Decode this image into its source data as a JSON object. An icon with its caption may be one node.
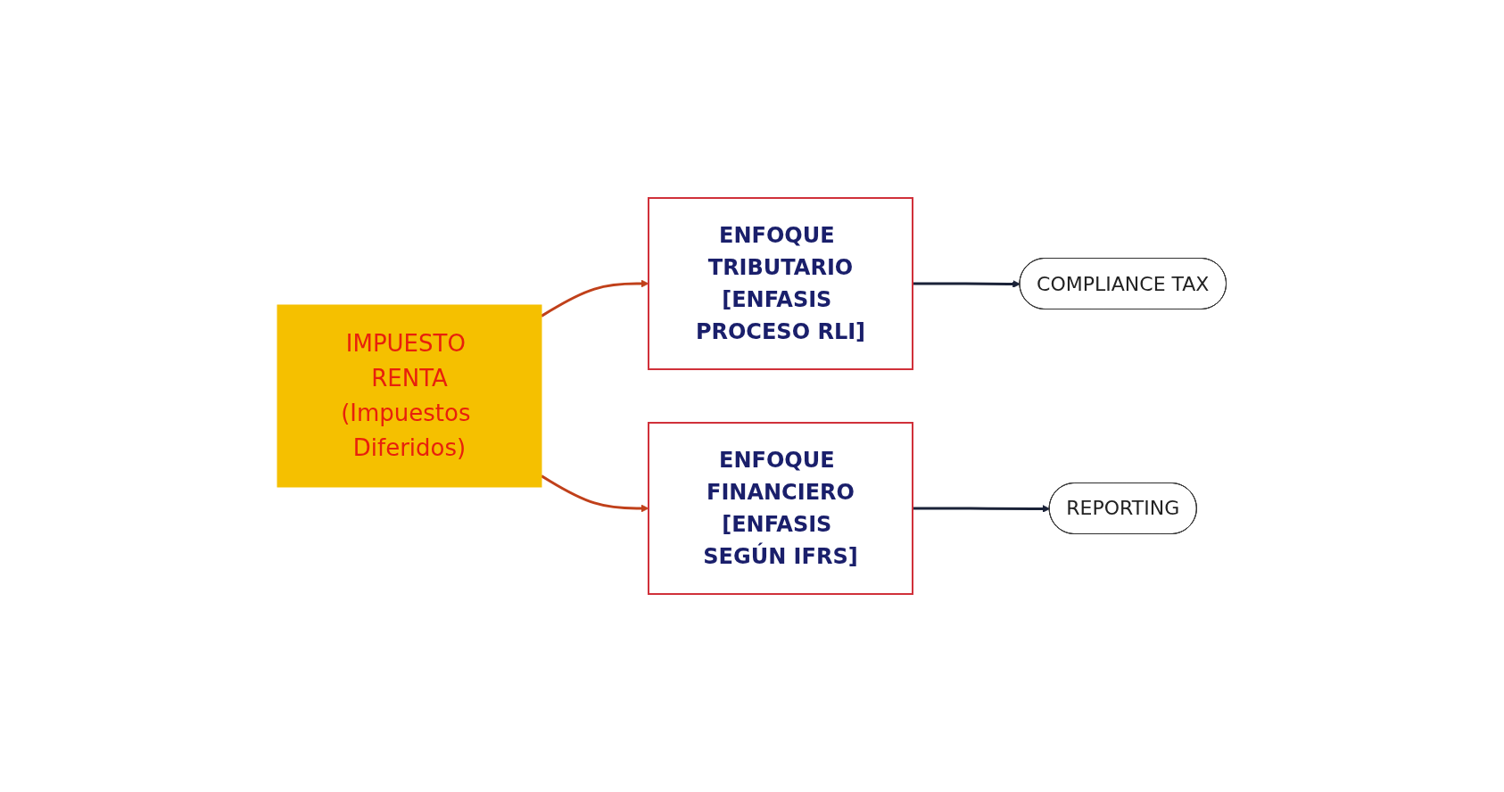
{
  "diagram": {
    "nodes": [
      {
        "text": [
          "IMPUESTO RENTA",
          "(Impuestos Diferidos)"
        ]
      },
      {
        "text": [
          "ENFOQUE TRIBUTARIO",
          "[ENFASIS PROCESO RLI]"
        ]
      },
      {
        "text": [
          "ENFOQUE FINANCIERO",
          "[ENFASIS SEGÚN IFRS]"
        ]
      },
      {
        "text": [
          "COMPLIANCE TAX"
        ]
      },
      {
        "text": [
          "REPORTING"
        ]
      }
    ],
    "edges": [
      {
        "from": 0,
        "to": 1,
        "arrow": "to",
        "color": "#c0401a"
      },
      {
        "from": 0,
        "to": 2,
        "arrow": "to",
        "color": "#c0401a"
      },
      {
        "from": 1,
        "to": 3,
        "arrow": "to",
        "color": "#1a2238"
      },
      {
        "from": 2,
        "to": 4,
        "arrow": "to",
        "color": "#1a2238"
      }
    ]
  }
}
